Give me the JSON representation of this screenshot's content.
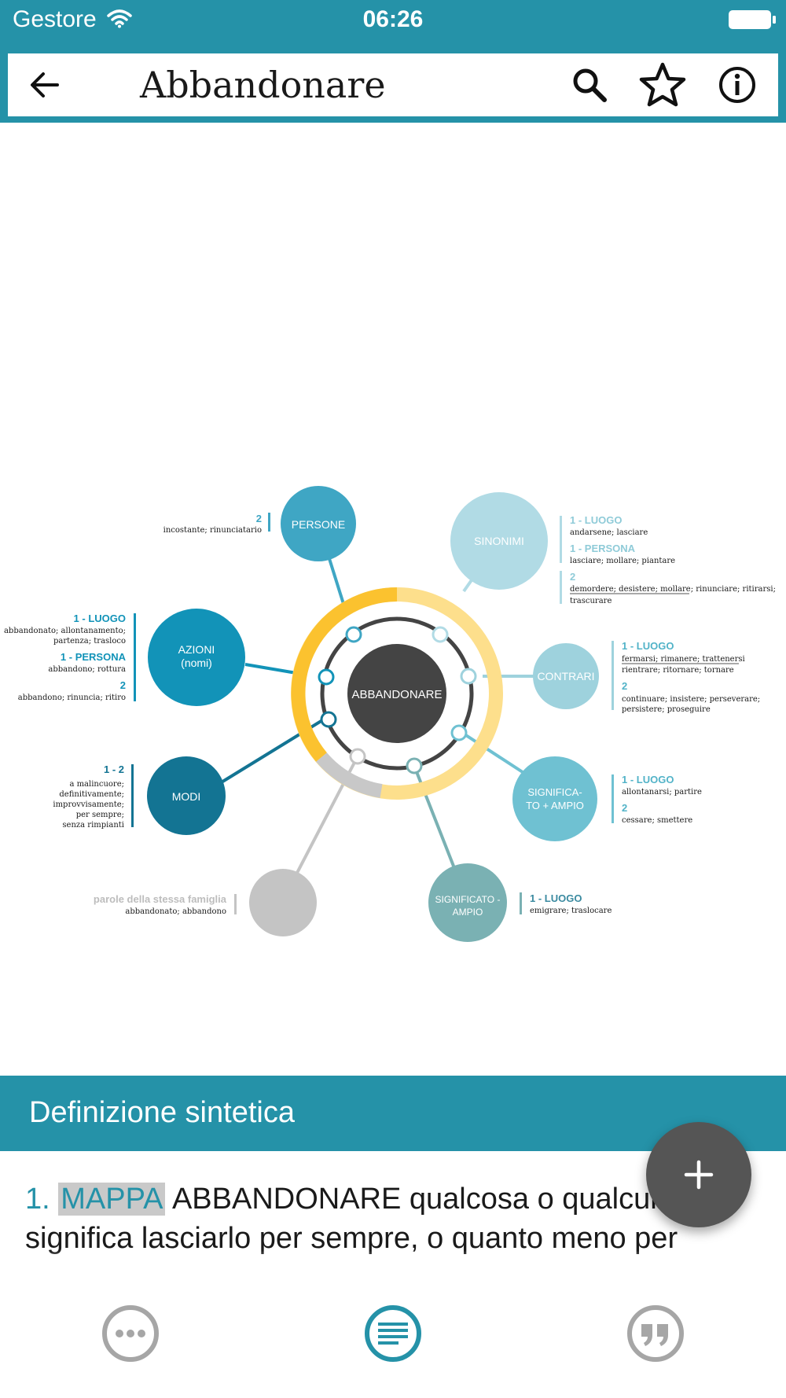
{
  "status": {
    "carrier": "Gestore",
    "time": "06:26"
  },
  "header": {
    "title": "Abbandonare",
    "icons": [
      "back-arrow-icon",
      "search-icon",
      "star-icon",
      "info-icon"
    ]
  },
  "colors": {
    "primary": "#2592a8",
    "fab": "#555555",
    "center": "#444444",
    "ring_yellow": "#fbc22f",
    "ring_light": "#fddf8c"
  },
  "map": {
    "center": "ABBANDONARE",
    "nodes": {
      "persone": {
        "label": "PERSONE",
        "color": "#3fa6c4",
        "groups": [
          {
            "head": "2",
            "text": [
              "incostante; rinunciatario"
            ]
          }
        ]
      },
      "sinonimi": {
        "label": "SINONIMI",
        "color": "#b1dbe5",
        "groups": [
          {
            "head": "1 - LUOGO",
            "text": [
              "andarsene; lasciare"
            ]
          },
          {
            "head": "1 - PERSONA",
            "text": [
              "lasciare; mollare; piantare"
            ]
          },
          {
            "head": "2",
            "text": [
              "demordere; desistere; mollare; rinunciare; ritirarsi;",
              "trascurare"
            ]
          }
        ]
      },
      "azioni": {
        "label_1": "AZIONI",
        "label_2": "(nomi)",
        "color": "#1293b8",
        "groups": [
          {
            "head": "1 - LUOGO",
            "text": [
              "abbandonato; allontanamento;",
              "partenza; trasloco"
            ]
          },
          {
            "head": "1 - PERSONA",
            "text": [
              "abbandono; rottura"
            ]
          },
          {
            "head": "2",
            "text": [
              "abbandono; rinuncia; ritiro"
            ]
          }
        ]
      },
      "contrari": {
        "label": "CONTRARI",
        "color": "#9ed2dd",
        "groups": [
          {
            "head": "1 - LUOGO",
            "text": [
              "fermarsi; rimanere; trattenersi",
              "rientrare; ritornare; tornare"
            ]
          },
          {
            "head": "2",
            "text": [
              "continuare; insistere; perseverare;",
              "persistere; proseguire"
            ]
          }
        ]
      },
      "modi": {
        "label": "MODI",
        "color": "#137493",
        "groups": [
          {
            "head": "1 - 2",
            "text": [
              "a malincuore;",
              "definitivamente;",
              "improvvisamente;",
              "per sempre;",
              "senza rimpianti"
            ]
          }
        ]
      },
      "significato_plus": {
        "label_1": "SIGNIFICA-",
        "label_2": "TO + AMPIO",
        "color": "#6fc1d2",
        "groups": [
          {
            "head": "1 - LUOGO",
            "text": [
              "allontanarsi; partire"
            ]
          },
          {
            "head": "2",
            "text": [
              "cessare; smettere"
            ]
          }
        ]
      },
      "famiglia": {
        "label": "",
        "color": "#c4c4c4",
        "groups": [
          {
            "head": "parole della stessa famiglia",
            "text": [
              "abbandonato; abbandono"
            ]
          }
        ]
      },
      "significato_minus": {
        "label_1": "SIGNIFICATO -",
        "label_2": "AMPIO",
        "color": "#7ab1b3",
        "groups": [
          {
            "head": "1 - LUOGO",
            "text": [
              "emigrare; traslocare"
            ]
          }
        ]
      }
    }
  },
  "section": {
    "title": "Definizione sintetica"
  },
  "definition": {
    "number": "1.",
    "highlight": "MAPPA",
    "line1": " ABBANDONARE qualcosa o qualcuno",
    "line2": "significa lasciarlo per sempre, o quanto meno per"
  },
  "fab": {
    "icon": "plus-icon"
  },
  "bottom_tabs": [
    {
      "icon": "more-icon",
      "active": false
    },
    {
      "icon": "definition-icon",
      "active": true
    },
    {
      "icon": "quote-icon",
      "active": false
    }
  ]
}
